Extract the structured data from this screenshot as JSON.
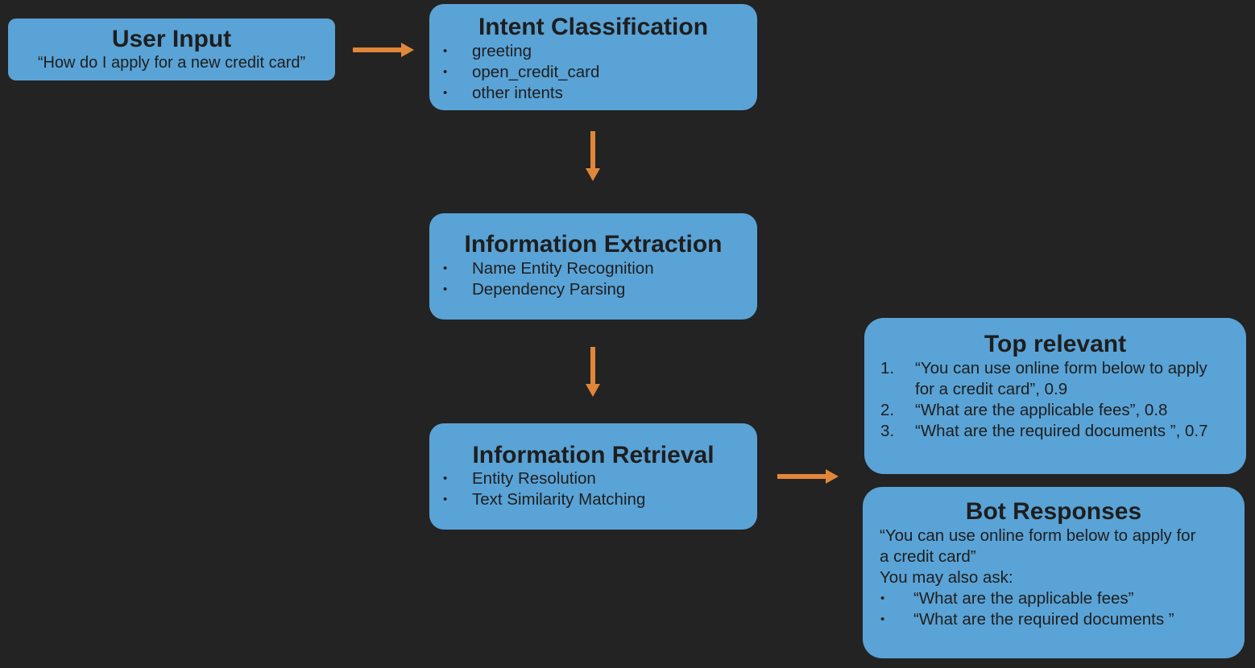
{
  "colors": {
    "background": "#232323",
    "box_fill": "#5aa3d6",
    "arrow": "#e0873a",
    "text": "#1e1e1e"
  },
  "user_input": {
    "title": "User Input",
    "text": "“How do I apply for a new credit card”"
  },
  "intent_classification": {
    "title": "Intent Classification",
    "items": [
      "greeting",
      "open_credit_card",
      "other intents"
    ]
  },
  "information_extraction": {
    "title": "Information Extraction",
    "items": [
      "Name Entity Recognition",
      "Dependency Parsing"
    ]
  },
  "information_retrieval": {
    "title": "Information Retrieval",
    "items": [
      "Entity Resolution",
      "Text Similarity Matching"
    ]
  },
  "top_relevant": {
    "title": "Top relevant",
    "items": [
      {
        "number": "1.",
        "line1": "“You can use online form below to apply",
        "line2": "for a credit card”, 0.9"
      },
      {
        "number": "2.",
        "line1": "“What are the applicable fees”, 0.8"
      },
      {
        "number": "3.",
        "line1": "“What are the required documents ”, 0.7"
      }
    ]
  },
  "bot_responses": {
    "title": "Bot Responses",
    "line1": "“You can use online form below to apply for",
    "line2": "a credit card”",
    "line3": "You may also ask:",
    "items": [
      "“What are the applicable fees”",
      "“What are the required documents ”"
    ]
  },
  "bullet_glyph": "•"
}
